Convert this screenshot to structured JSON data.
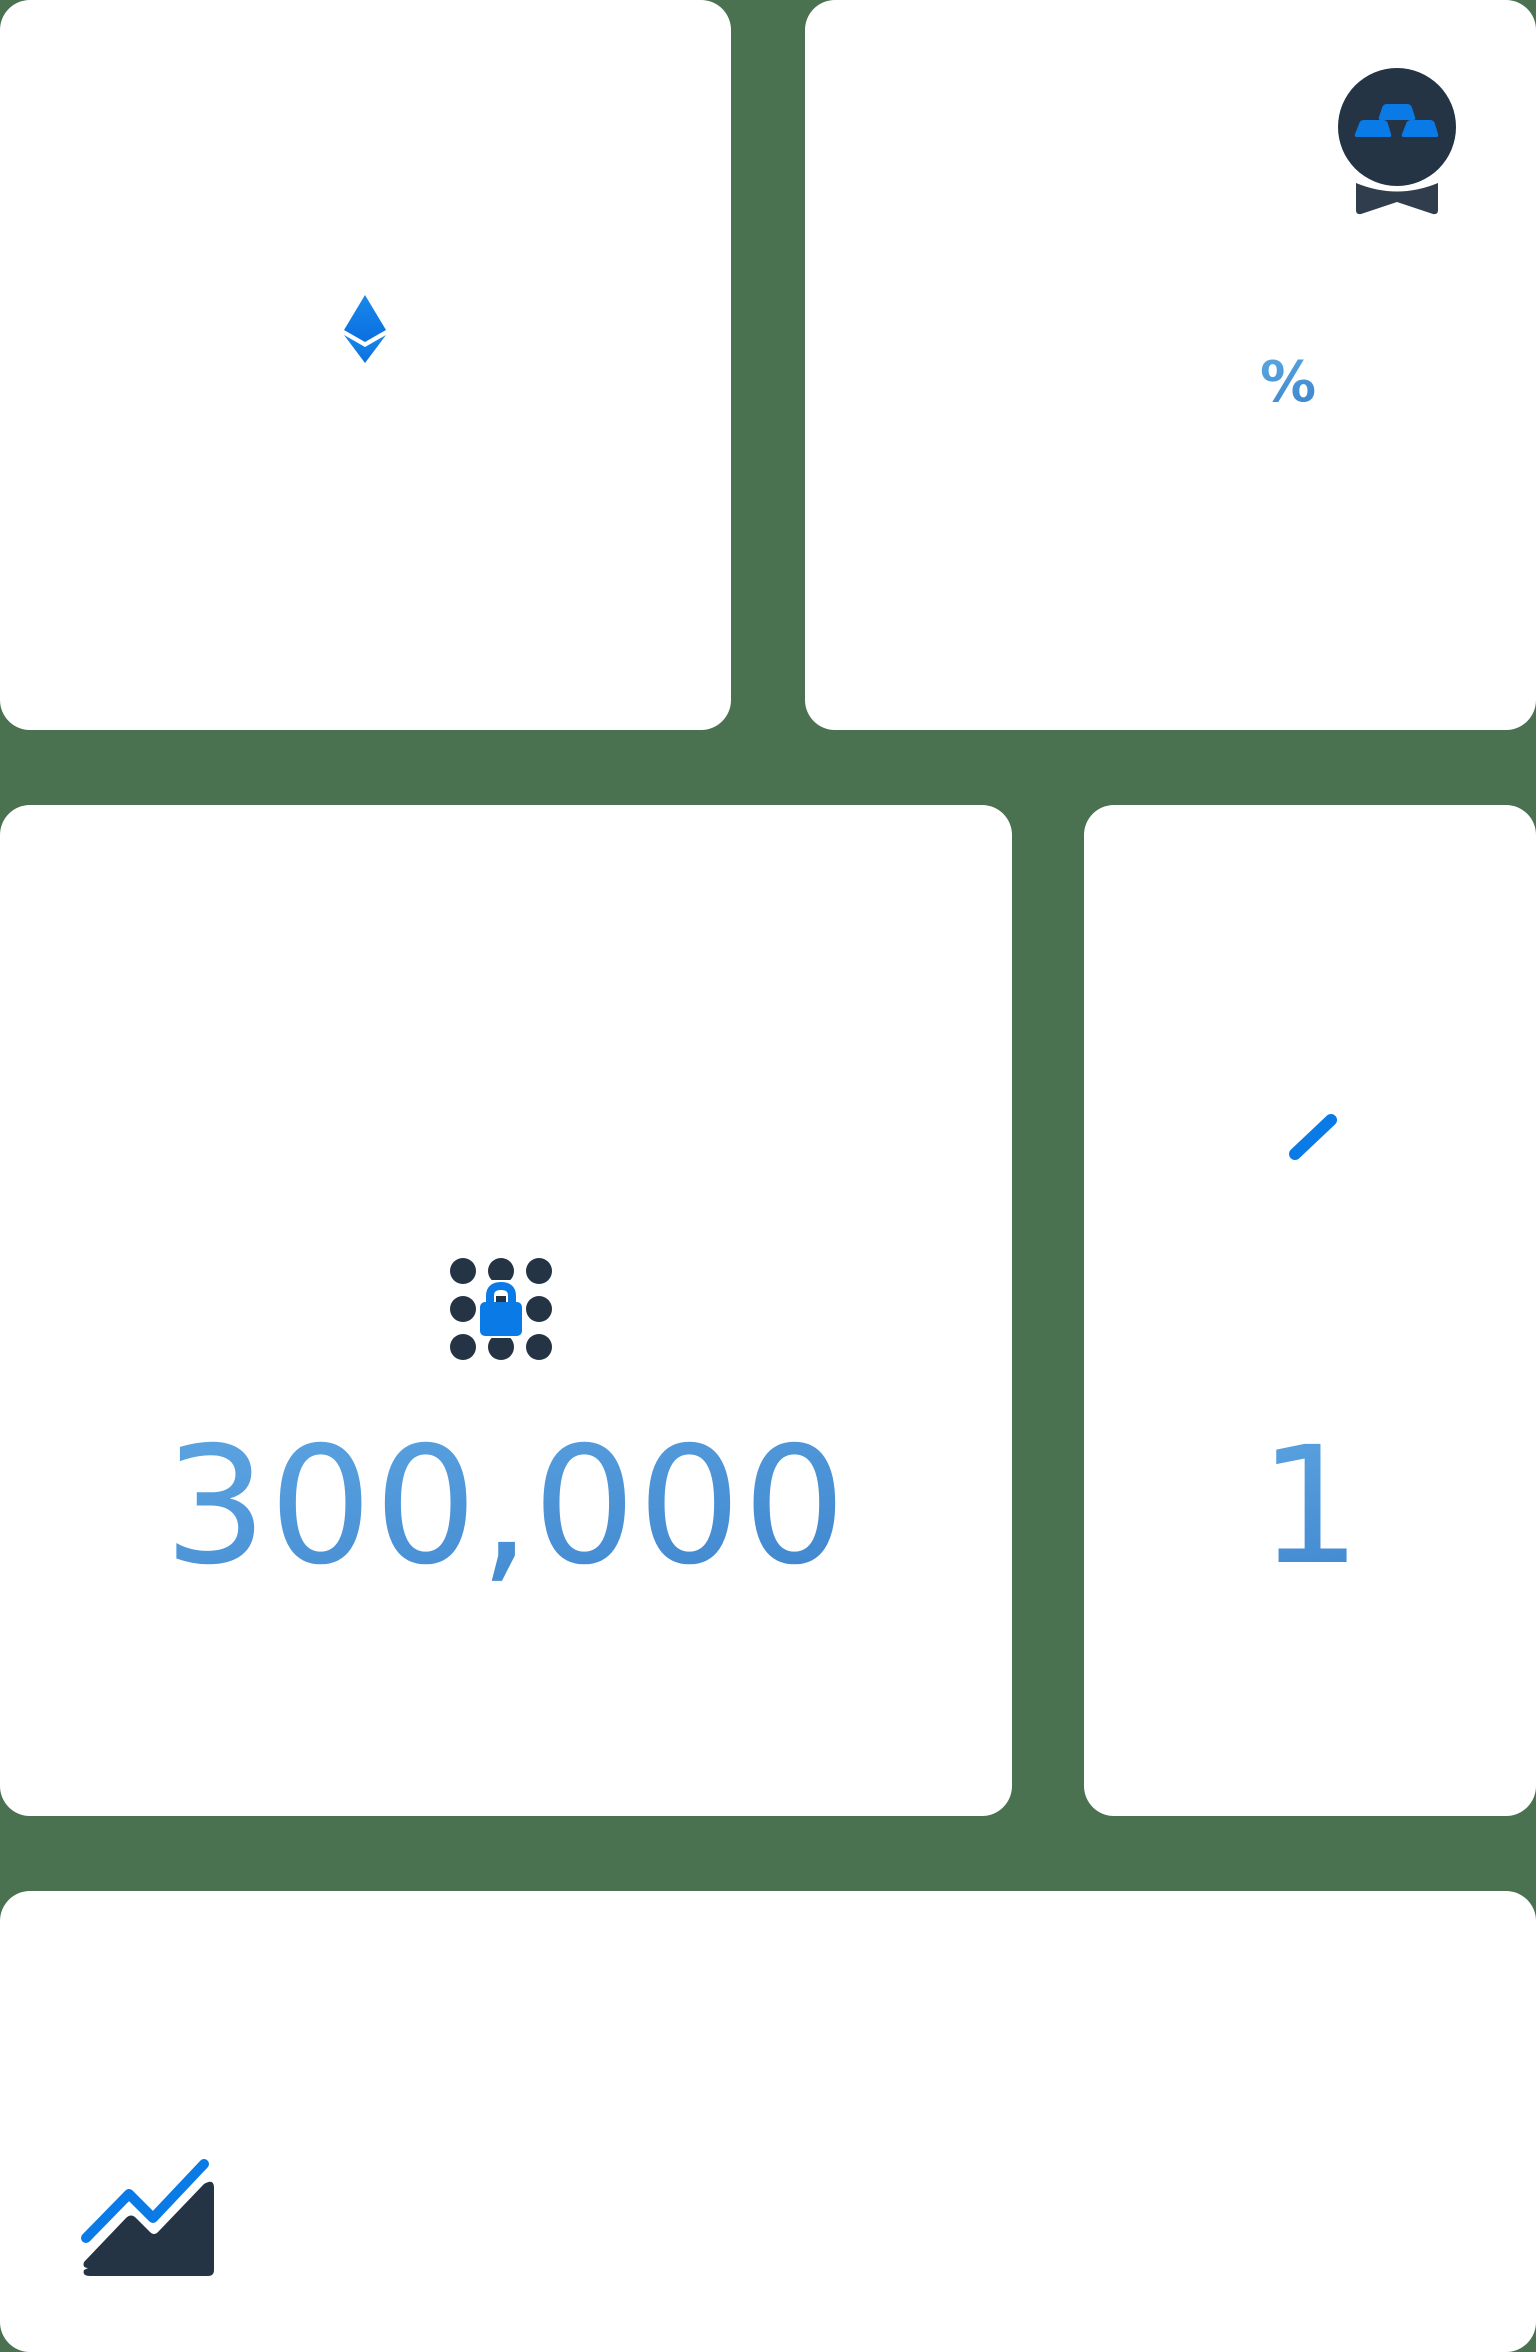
{
  "theme": {
    "background": "#4a7150",
    "card_background": "#ffffff",
    "accent_blue": "#0a7be6",
    "number_gradient": [
      "#61aae4",
      "#3a80cb"
    ],
    "dark_navy": "#243444"
  },
  "cards": [
    {
      "id": "eth",
      "icon": "ethereum-icon",
      "value": ""
    },
    {
      "id": "gold",
      "icon": "gold-bars-badge-icon",
      "symbol": "%"
    },
    {
      "id": "locked",
      "icon": "locked-grid-icon",
      "value": "300,000"
    },
    {
      "id": "slash",
      "icon": "slash-icon",
      "value": "1"
    },
    {
      "id": "chart",
      "icon": "area-chart-trend-icon"
    }
  ]
}
